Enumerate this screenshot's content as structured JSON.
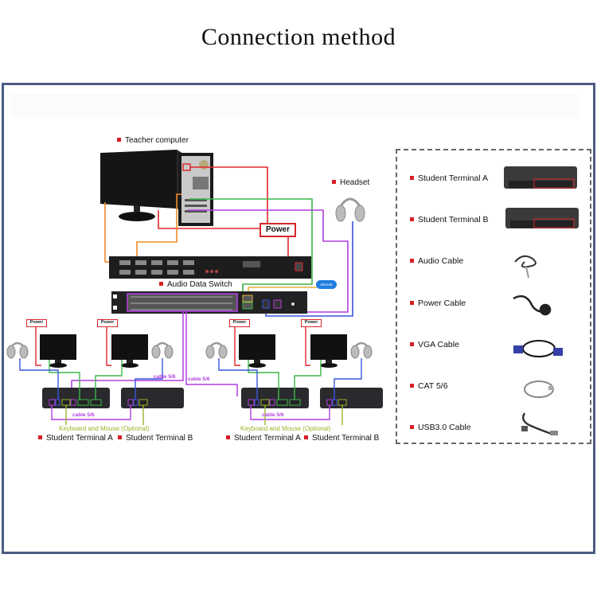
{
  "title": "Connection method",
  "diagram": {
    "teacher_computer_label": "Teacher computer",
    "headset_label": "Headset",
    "power_label": "Power",
    "audio_data_switch_label": "Audio Data Switch",
    "internet_label": "Internet",
    "cable_label": "cable 5/6",
    "keyboard_mouse_label": "Keyboard and Mouse (Optional)",
    "student_terminal_a_label": "Student Terminal A",
    "student_terminal_b_label": "Student Terminal B",
    "wire_colors": {
      "power": "#e0262d",
      "vga": "#f08a24",
      "network": "#3cb54a",
      "cat": "#b23ee0",
      "audio": "#3a55e0",
      "usb": "#98b42a",
      "internet": "#e3b13a"
    }
  },
  "legend": {
    "items": [
      {
        "label": "Student Terminal A",
        "icon": "student-terminal-a-image"
      },
      {
        "label": "Student Terminal B",
        "icon": "student-terminal-b-image"
      },
      {
        "label": "Audio Cable",
        "icon": "audio-cable-image"
      },
      {
        "label": "Power Cable",
        "icon": "power-cable-image"
      },
      {
        "label": "VGA Cable",
        "icon": "vga-cable-image"
      },
      {
        "label": "CAT 5/6",
        "icon": "cat-cable-image"
      },
      {
        "label": "USB3.0 Cable",
        "icon": "usb-cable-image"
      }
    ]
  }
}
